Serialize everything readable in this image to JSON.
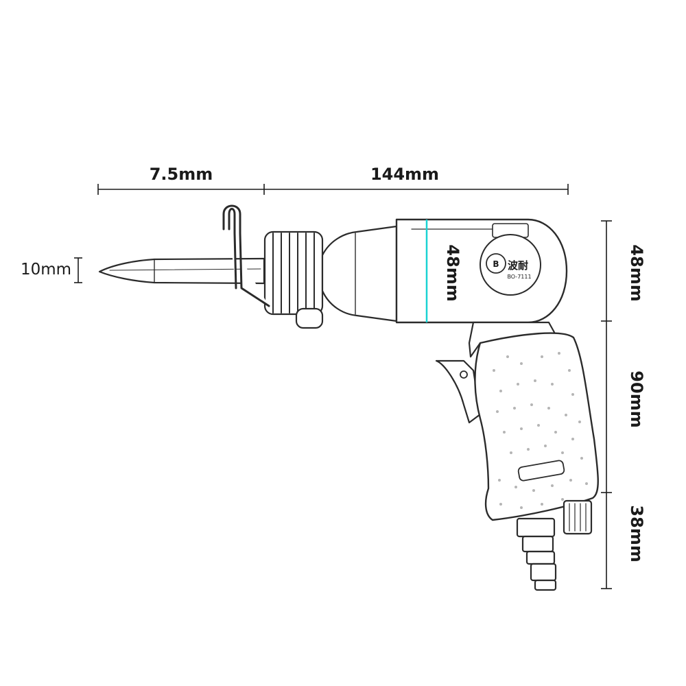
{
  "dimensions": {
    "tip_length": "7.5mm",
    "body_length": "144mm",
    "chisel_diameter": "10mm",
    "barrel_diameter_inner": "48mm",
    "head_height": "48mm",
    "handle_height": "90mm",
    "base_height": "38mm"
  },
  "logo": {
    "brand_chars": "波耐",
    "model": "BO-7111"
  },
  "colors": {
    "barrel_marker": "#19d3d3",
    "line": "#1a1a1a"
  }
}
